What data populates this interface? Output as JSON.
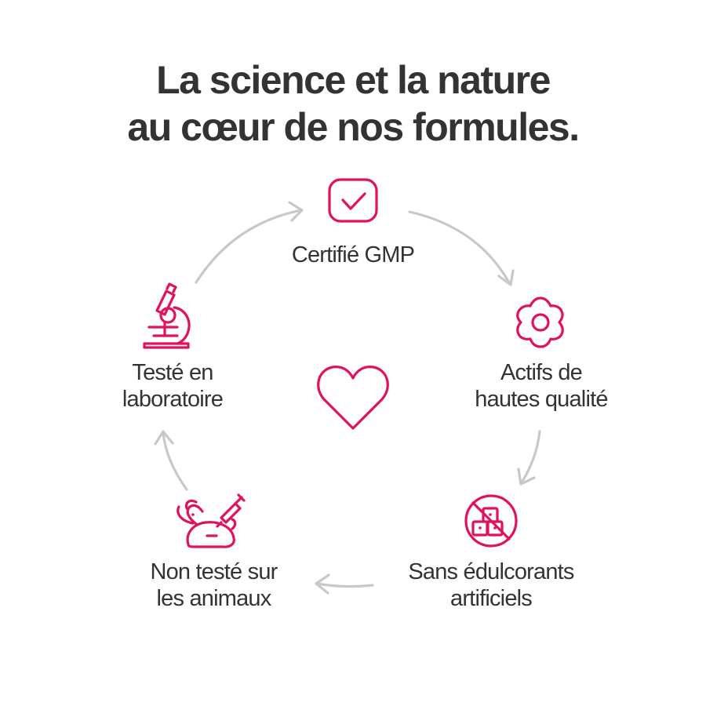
{
  "title": {
    "line1": "La science et la nature",
    "line2": "au cœur de nos formules."
  },
  "colors": {
    "accent": "#e0115f",
    "arrow": "#c8c8c8",
    "text": "#333333"
  },
  "items": [
    {
      "icon": "checkbox-check-icon",
      "line1": "Certifié GMP",
      "line2": ""
    },
    {
      "icon": "flower-icon",
      "line1": "Actifs de",
      "line2": "hautes qualité"
    },
    {
      "icon": "no-sugar-cubes-icon",
      "line1": "Sans édulcorants",
      "line2": "artificiels"
    },
    {
      "icon": "rabbit-syringe-icon",
      "line1": "Non testé sur",
      "line2": "les animaux"
    },
    {
      "icon": "microscope-icon",
      "line1": "Testé en",
      "line2": "laboratoire"
    }
  ],
  "center_icon": "heart-icon"
}
